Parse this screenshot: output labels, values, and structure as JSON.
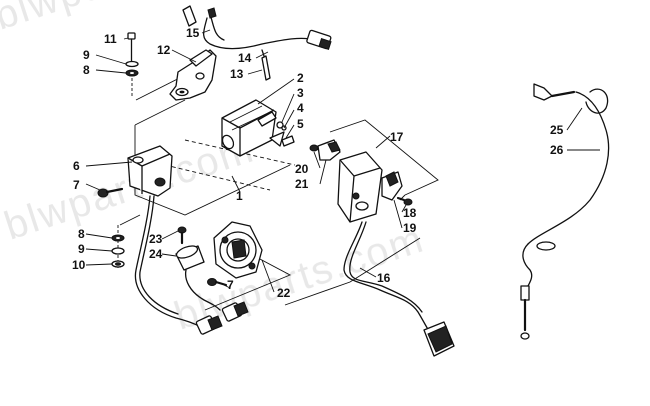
{
  "diagram": {
    "watermark": "blwparts.com",
    "callouts": [
      {
        "id": "c1",
        "text": "1"
      },
      {
        "id": "c2",
        "text": "2"
      },
      {
        "id": "c3",
        "text": "3"
      },
      {
        "id": "c4",
        "text": "4"
      },
      {
        "id": "c5",
        "text": "5"
      },
      {
        "id": "c6",
        "text": "6"
      },
      {
        "id": "c7a",
        "text": "7"
      },
      {
        "id": "c7b",
        "text": "7"
      },
      {
        "id": "c8a",
        "text": "8"
      },
      {
        "id": "c8b",
        "text": "8"
      },
      {
        "id": "c9a",
        "text": "9"
      },
      {
        "id": "c9b",
        "text": "9"
      },
      {
        "id": "c10",
        "text": "10"
      },
      {
        "id": "c11",
        "text": "11"
      },
      {
        "id": "c12",
        "text": "12"
      },
      {
        "id": "c13",
        "text": "13"
      },
      {
        "id": "c14",
        "text": "14"
      },
      {
        "id": "c15",
        "text": "15"
      },
      {
        "id": "c16",
        "text": "16"
      },
      {
        "id": "c17",
        "text": "17"
      },
      {
        "id": "c18",
        "text": "18"
      },
      {
        "id": "c19",
        "text": "19"
      },
      {
        "id": "c20",
        "text": "20"
      },
      {
        "id": "c21",
        "text": "21"
      },
      {
        "id": "c22",
        "text": "22"
      },
      {
        "id": "c23",
        "text": "23"
      },
      {
        "id": "c24",
        "text": "24"
      },
      {
        "id": "c25",
        "text": "25"
      },
      {
        "id": "c26",
        "text": "26"
      }
    ]
  }
}
